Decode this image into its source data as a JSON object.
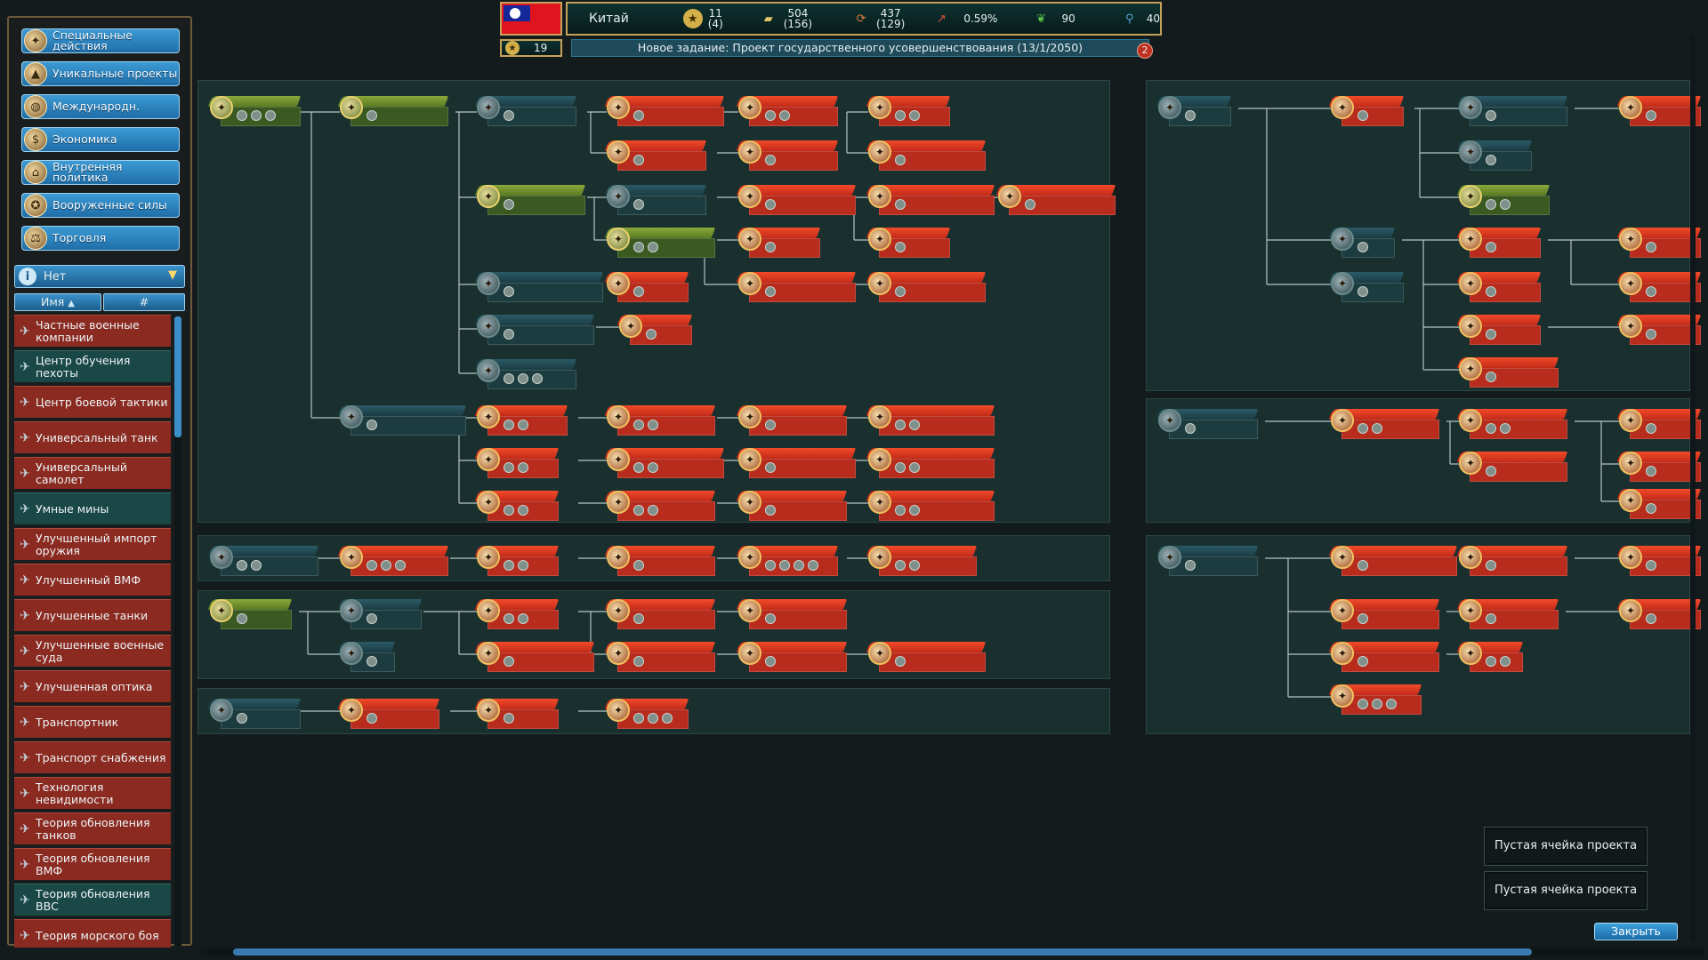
{
  "left_panel": {
    "categories": [
      {
        "label": "Специальные действия",
        "icon": "special-actions-icon"
      },
      {
        "label": "Уникальные проекты",
        "icon": "unique-projects-icon"
      },
      {
        "label": "Международн.",
        "icon": "globe-icon"
      },
      {
        "label": "Экономика",
        "icon": "economy-icon"
      },
      {
        "label": "Внутренняя политика",
        "icon": "domestic-policy-icon"
      },
      {
        "label": "Вооруженные силы",
        "icon": "armed-forces-icon"
      },
      {
        "label": "Торговля",
        "icon": "trade-icon"
      }
    ],
    "filter": {
      "selected": "Нет"
    },
    "sort": {
      "name": "Имя",
      "number": "#"
    },
    "list": [
      {
        "label": "Частные военные компании",
        "style": "red"
      },
      {
        "label": "Центр обучения пехоты",
        "style": "teal"
      },
      {
        "label": "Центр боевой тактики",
        "style": "red"
      },
      {
        "label": "Универсальный танк",
        "style": "red"
      },
      {
        "label": "Универсальный самолет",
        "style": "red"
      },
      {
        "label": "Умные мины",
        "style": "teal"
      },
      {
        "label": "Улучшенный импорт оружия",
        "style": "red"
      },
      {
        "label": "Улучшенный ВМФ",
        "style": "red"
      },
      {
        "label": "Улучшенные танки",
        "style": "red"
      },
      {
        "label": "Улучшенные военные суда",
        "style": "red"
      },
      {
        "label": "Улучшенная оптика",
        "style": "red"
      },
      {
        "label": "Транспортник",
        "style": "red"
      },
      {
        "label": "Транспорт снабжения",
        "style": "red"
      },
      {
        "label": "Технология невидимости",
        "style": "red"
      },
      {
        "label": "Теория обновления танков",
        "style": "red"
      },
      {
        "label": "Теория обновления ВМФ",
        "style": "red"
      },
      {
        "label": "Теория обновления ВВС",
        "style": "teal"
      },
      {
        "label": "Теория морского боя",
        "style": "red"
      }
    ]
  },
  "top_bar": {
    "country": "Китай",
    "stats": [
      {
        "icon": "star-icon",
        "value": "11",
        "sub": "(4)",
        "color": "#d4b04a"
      },
      {
        "icon": "money-icon",
        "value": "504",
        "sub": "(156)",
        "color": "#e2c46a"
      },
      {
        "icon": "cycle-icon",
        "value": "437",
        "sub": "(129)",
        "color": "#e07a3a"
      },
      {
        "icon": "growth-icon",
        "value": "0.59%",
        "sub": "",
        "color": "#e05040"
      },
      {
        "icon": "approval-icon",
        "value": "90",
        "sub": "",
        "color": "#5ac04a"
      },
      {
        "icon": "research-icon",
        "value": "40",
        "sub": "",
        "color": "#5aa0d0"
      }
    ],
    "tasks_count": "19",
    "news": "Новое задание: Проект государственного усовершенствования (13/1/2050)",
    "news_count": "2"
  },
  "bottom_right": {
    "empty_slot_1": "Пустая ячейка проекта",
    "empty_slot_2": "Пустая ячейка проекта",
    "close": "Закрыть"
  },
  "colors": {
    "accent": "#3a92cc",
    "node_red": "#c22a18",
    "node_green": "#5a7a22",
    "panel": "#19302f"
  }
}
